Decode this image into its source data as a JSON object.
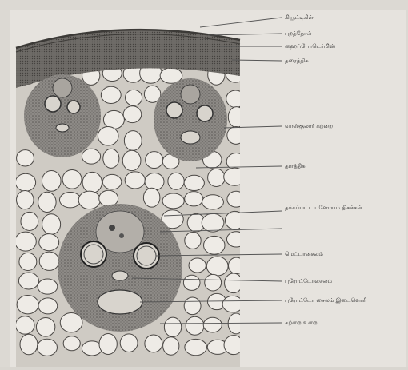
{
  "diagram": {
    "labels": [
      "கியூட்டிகிள்",
      "புறத்தோல்",
      "ஹைப்போடெர்மிஸ்",
      "தரைத்திசு",
      "வாஸ்குலார் கற்றை",
      "தளத்திசு",
      "தக்கப்பட்ட புளோயம் திசுக்கள்",
      "மெட்டாசைலம்",
      "புரோட்டோசைலம்",
      "புரோட்டோ சைலம் இடைவெளி",
      "கற்றை உறை"
    ]
  }
}
